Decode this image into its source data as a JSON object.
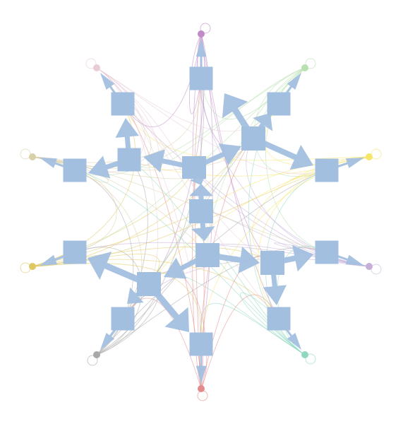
{
  "diagram": {
    "type": "node-link-flow",
    "box_color": "#a3bfe0",
    "outer_nodes": [
      {
        "id": "o-top",
        "color": "#c08bc6"
      },
      {
        "id": "o-top-right",
        "color": "#b8e0b0"
      },
      {
        "id": "o-right-upper",
        "color": "#f5e66a"
      },
      {
        "id": "o-right-lower",
        "color": "#c7b0d8"
      },
      {
        "id": "o-bottom-right",
        "color": "#8fd8c0"
      },
      {
        "id": "o-bottom",
        "color": "#e38a8a"
      },
      {
        "id": "o-bottom-left",
        "color": "#a8a8a8"
      },
      {
        "id": "o-left-lower",
        "color": "#e0c860"
      },
      {
        "id": "o-left-upper",
        "color": "#d8d0a8"
      },
      {
        "id": "o-top-left",
        "color": "#e8ccd8"
      }
    ],
    "inner_boxes": [
      "b-top",
      "b-top-right",
      "b-mid-upper-right",
      "b-right-upper",
      "b-center-upper",
      "b-left-upper-inner",
      "b-top-left",
      "b-left-upper",
      "b-center",
      "b-center-lower",
      "b-mid-lower-right",
      "b-right-lower",
      "b-bottom-right",
      "b-left-lower",
      "b-mid-lower-left",
      "b-bottom-left",
      "b-bottom"
    ]
  }
}
